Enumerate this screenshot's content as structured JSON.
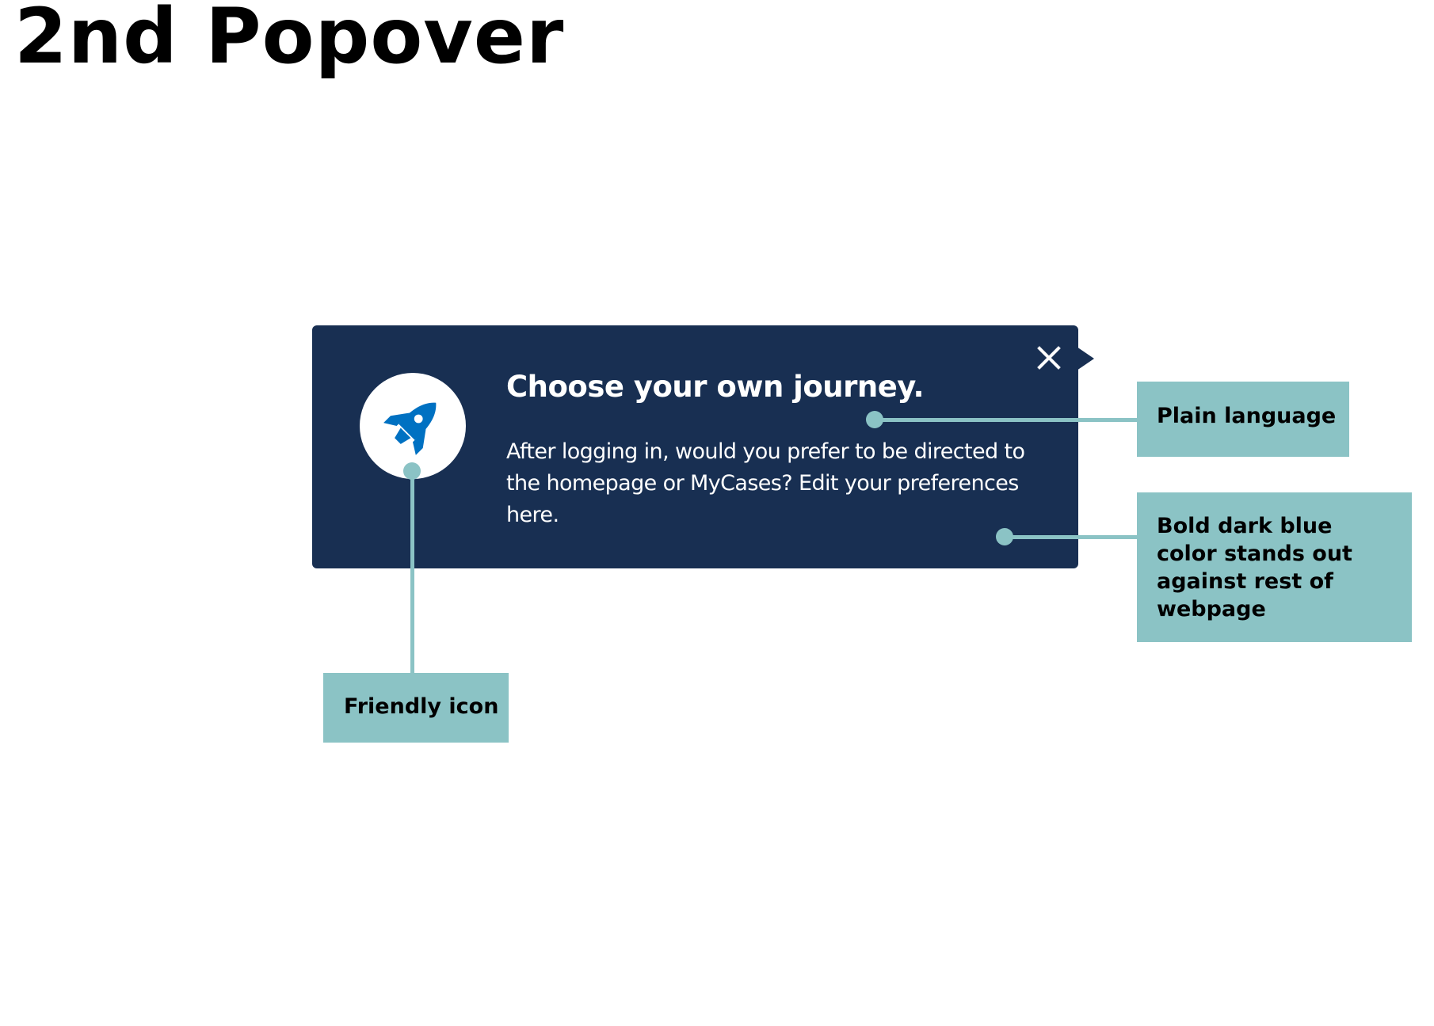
{
  "page": {
    "title": "2nd Popover"
  },
  "popover": {
    "heading": "Choose your own journey.",
    "body": "After logging in, would you prefer to be directed to the homepage or MyCases? Edit your preferences here.",
    "close_icon": "close-icon",
    "feature_icon": "rocket-icon",
    "background_color": "#182f52",
    "icon_color": "#0071c2"
  },
  "annotations": {
    "plain_language": "Plain language",
    "bold_color": "Bold dark blue color stands out against rest of webpage",
    "friendly_icon": "Friendly icon",
    "accent_color": "#8bc3c5"
  }
}
